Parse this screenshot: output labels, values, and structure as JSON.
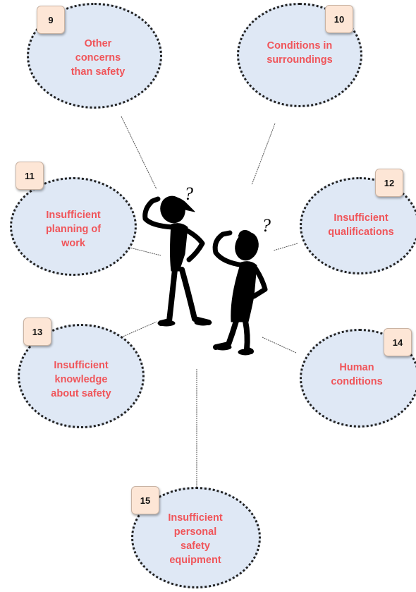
{
  "nodes": [
    {
      "number": "9",
      "label": "Other\nconcerns\nthan safety"
    },
    {
      "number": "10",
      "label": "Conditions in\nsurroundings"
    },
    {
      "number": "11",
      "label": "Insufficient\nplanning of\nwork"
    },
    {
      "number": "12",
      "label": "Insufficient\nqualifications"
    },
    {
      "number": "13",
      "label": "Insufficient\nknowledge\nabout safety"
    },
    {
      "number": "14",
      "label": "Human\nconditions"
    },
    {
      "number": "15",
      "label": "Insufficient\npersonal\nsafety\nequipment"
    }
  ],
  "figures": {
    "question_mark": "?"
  },
  "colors": {
    "ellipse_fill": "#dfe8f5",
    "label_text": "#f0555a",
    "badge_fill": "#fde6d6"
  }
}
